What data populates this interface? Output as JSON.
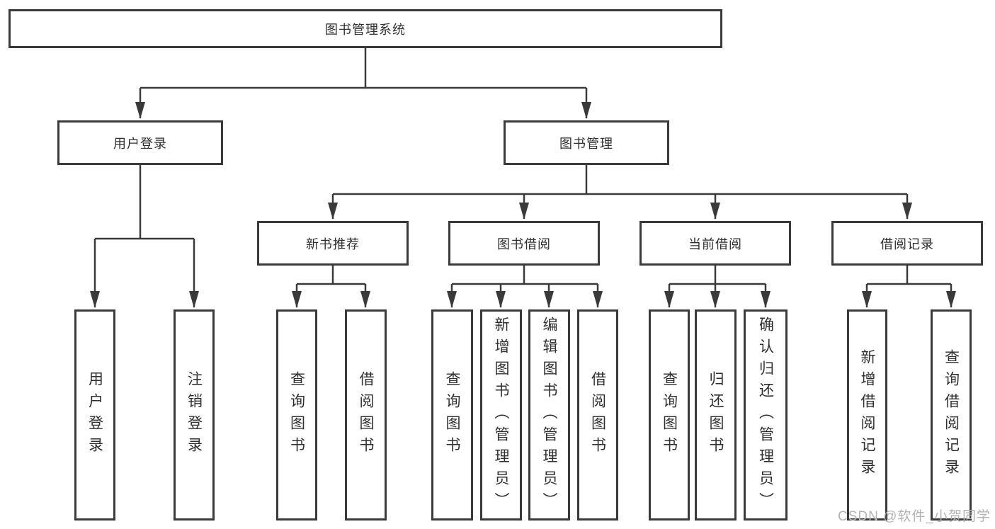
{
  "nodes": {
    "root": "图书管理系统",
    "user_login": "用户登录",
    "book_mgmt": "图书管理",
    "new_book_rec": "新书推荐",
    "book_borrow": "图书借阅",
    "current_borrow": "当前借阅",
    "borrow_records": "借阅记录",
    "leaf_user_login": "用户登录",
    "leaf_logout": "注销登录",
    "leaf_query_book_1": "查询图书",
    "leaf_borrow_book_1": "借阅图书",
    "leaf_query_book_2": "查询图书",
    "leaf_add_book": "新增图书（管理员）",
    "leaf_edit_book": "编辑图书（管理员）",
    "leaf_borrow_book_2": "借阅图书",
    "leaf_query_book_3": "查询图书",
    "leaf_return_book": "归还图书",
    "leaf_confirm_return": "确认归还（管理员）",
    "leaf_add_borrow_record": "新增借阅记录",
    "leaf_query_borrow_record": "查询借阅记录"
  },
  "hierarchy": {
    "root": [
      "user_login",
      "book_mgmt"
    ],
    "user_login": [
      "leaf_user_login",
      "leaf_logout"
    ],
    "book_mgmt": [
      "new_book_rec",
      "book_borrow",
      "current_borrow",
      "borrow_records"
    ],
    "new_book_rec": [
      "leaf_query_book_1",
      "leaf_borrow_book_1"
    ],
    "book_borrow": [
      "leaf_query_book_2",
      "leaf_add_book",
      "leaf_edit_book",
      "leaf_borrow_book_2"
    ],
    "current_borrow": [
      "leaf_query_book_3",
      "leaf_return_book",
      "leaf_confirm_return"
    ],
    "borrow_records": [
      "leaf_add_borrow_record",
      "leaf_query_borrow_record"
    ]
  },
  "colors": {
    "line": "#3a3a3a",
    "text": "#2f2f2f",
    "watermark": "#b3b3b3",
    "background": "#ffffff"
  },
  "watermark": "CSDN @软件_小贺同学"
}
